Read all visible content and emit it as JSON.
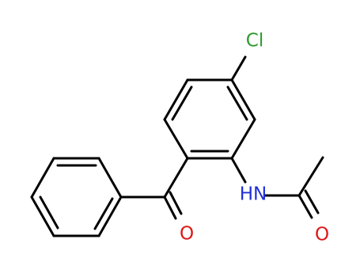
{
  "molecule": {
    "atoms": {
      "chlorine": "Cl",
      "nitrogen_hydrogen": "HN",
      "ketone_oxygen": "O",
      "amide_oxygen": "O"
    },
    "colors": {
      "chlorine": "#2e9a2e",
      "nitrogen": "#1f2fd6",
      "oxygen": "#e01616",
      "bond": "#000000"
    }
  }
}
